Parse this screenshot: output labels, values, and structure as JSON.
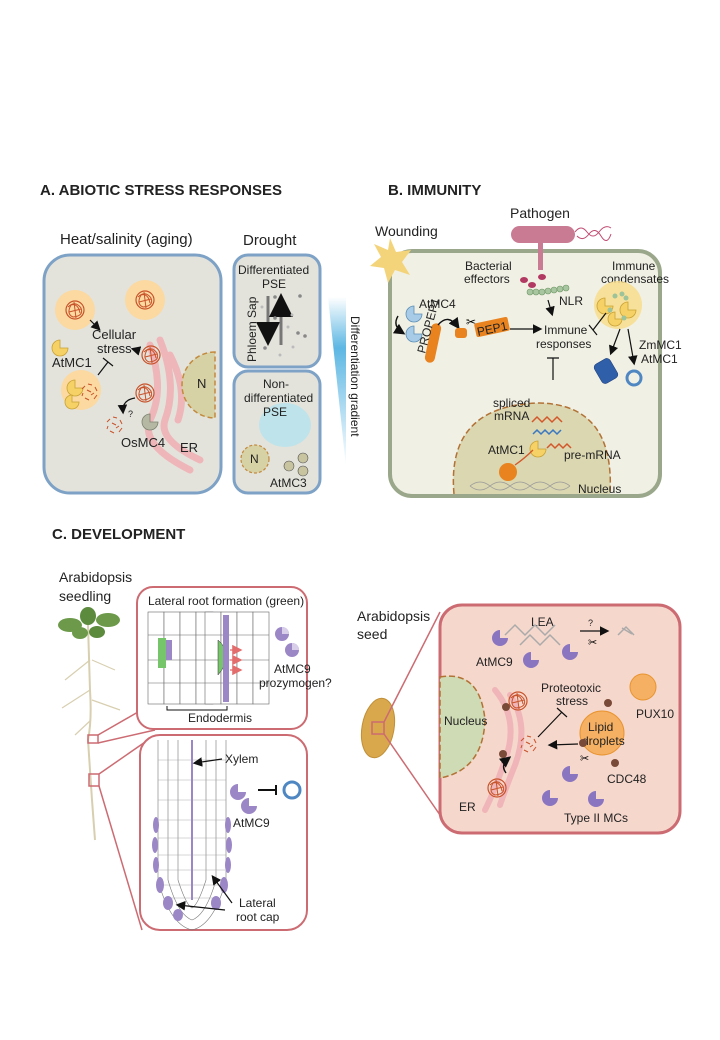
{
  "panelA": {
    "title": "A. ABIOTIC STRESS RESPONSES",
    "heat_title": "Heat/salinity (aging)",
    "drought_title": "Drought",
    "cellular_stress_1": "Cellular",
    "cellular_stress_2": "stress",
    "atmc1": "AtMC1",
    "osmc4": "OsMC4",
    "question": "?",
    "er": "ER",
    "nucleus": "N",
    "diff_pse_1": "Differentiated",
    "diff_pse_2": "PSE",
    "phloem_sap": "Phloem Sap",
    "nondiff_1": "Non-",
    "nondiff_2": "differentiated",
    "nondiff_3": "PSE",
    "nucleus2": "N",
    "atmc3": "AtMC3",
    "gradient": "Differentiation gradient"
  },
  "panelB": {
    "title": "B. IMMUNITY",
    "pathogen": "Pathogen",
    "wounding": "Wounding",
    "bacterial_1": "Bacterial",
    "bacterial_2": "effectors",
    "nlr": "NLR",
    "immune_cond_1": "Immune",
    "immune_cond_2": "condensates",
    "atmc4": "AtMC4",
    "propep1": "PROPEP1",
    "pep1": "PEP1",
    "immune_resp_1": "Immune",
    "immune_resp_2": "responses",
    "zmmc1": "ZmMC1",
    "atmc1_b": "AtMC1",
    "spliced_1": "spliced",
    "spliced_2": "mRNA",
    "atmc1_n": "AtMC1",
    "premrna": "pre-mRNA",
    "nucleus": "Nucleus"
  },
  "panelC": {
    "title": "C. DEVELOPMENT",
    "seedling_1": "Arabidopsis",
    "seedling_2": "seedling",
    "lrf": "Lateral root formation (green)",
    "atmc9_pro_1": "AtMC9",
    "atmc9_pro_2": "prozymogen?",
    "endodermis": "Endodermis",
    "xylem": "Xylem",
    "atmc9": "AtMC9",
    "lrc_1": "Lateral",
    "lrc_2": "root cap",
    "seed_1": "Arabidopsis",
    "seed_2": "seed",
    "lea": "LEA",
    "question": "?",
    "atmc9_seed": "AtMC9",
    "proteotoxic_1": "Proteotoxic",
    "proteotoxic_2": "stress",
    "pux10": "PUX10",
    "lipid_1": "Lipid",
    "lipid_2": "droplets",
    "nucleus": "Nucleus",
    "er": "ER",
    "cdc48": "CDC48",
    "type2": "Type II MCs"
  },
  "colors": {
    "cell_fill": "#e3e3dc",
    "cell_border": "#7ea2c6",
    "immunity_fill": "#f1f0e4",
    "immunity_border": "#9aa78a",
    "dev_border": "#cc6b72",
    "seed_fill": "#f6d7cc",
    "metacaspase_yellow": "#f5d166",
    "metacaspase_purple": "#9b87c6",
    "orange": "#e8831f",
    "aggregate": "#c8522a"
  }
}
